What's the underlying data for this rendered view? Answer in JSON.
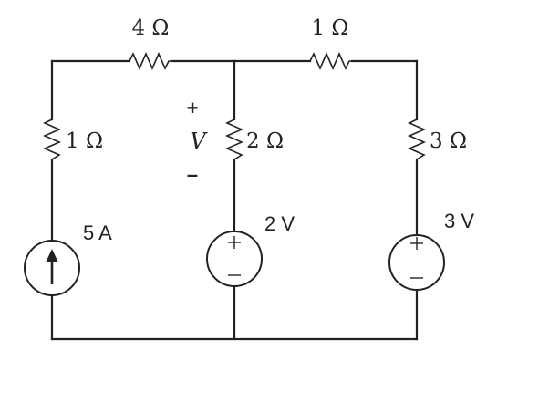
{
  "resistors": {
    "top_left": "4 Ω",
    "top_right": "1 Ω",
    "left_branch": "1 Ω",
    "middle_branch": "2 Ω",
    "right_branch": "3 Ω"
  },
  "current_source": {
    "label": "5 A",
    "direction": "up"
  },
  "voltage_sources": {
    "middle": {
      "label": "2 V",
      "plus": "+",
      "minus": "−"
    },
    "right": {
      "label": "3 V",
      "plus": "+",
      "minus": "−"
    }
  },
  "voltage_marker": {
    "plus": "+",
    "variable": "V",
    "minus": "–"
  }
}
